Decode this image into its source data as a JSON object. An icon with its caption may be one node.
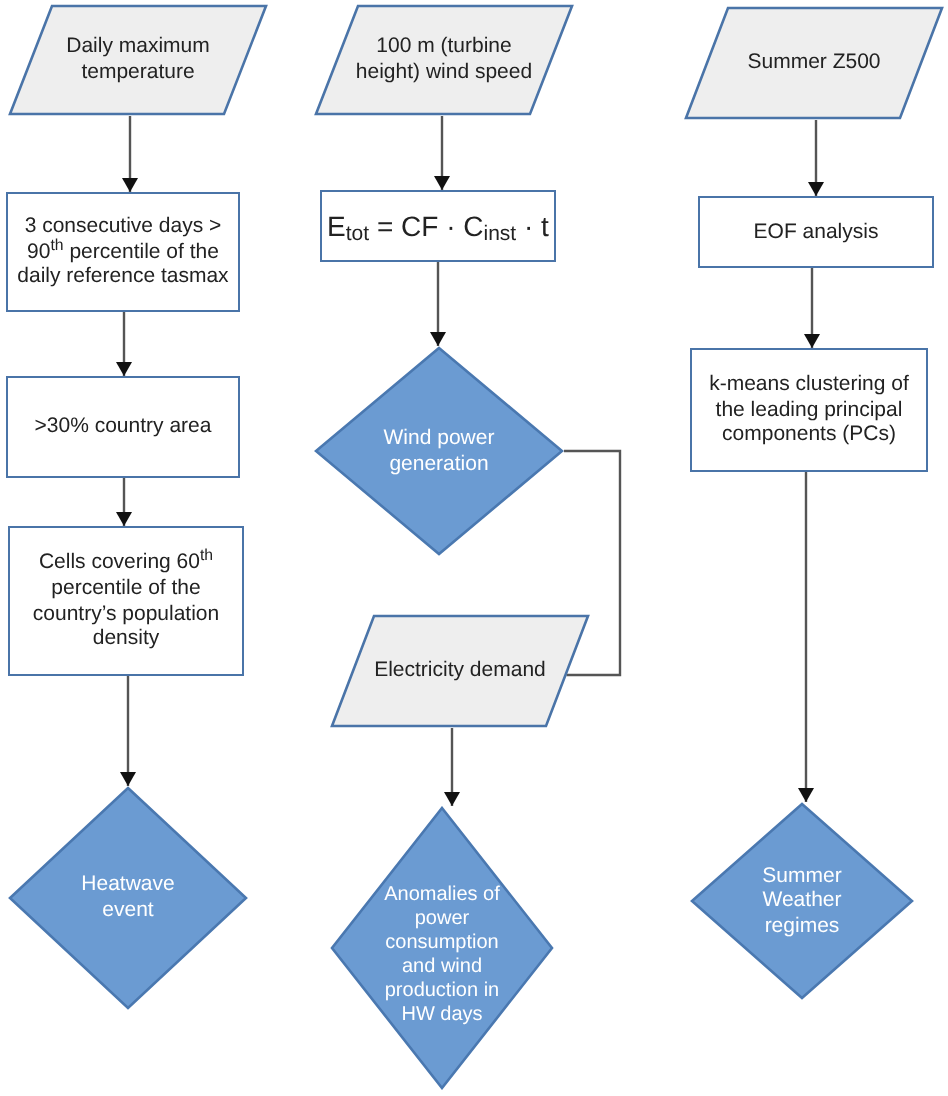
{
  "diagram": {
    "nodes": [
      {
        "text": [
          "Daily maximum temperature"
        ]
      },
      {
        "text": [
          "3 consecutive days > 90$^{th}$ percentile of the daily reference tasmax"
        ]
      },
      {
        "text": [
          ">30% country area"
        ]
      },
      {
        "text": [
          "Cells covering 60$^{th}$ percentile of the country’s population density"
        ]
      },
      {
        "text": [
          "Heatwave event"
        ]
      },
      {
        "text": [
          "100 m (turbine height) wind speed"
        ]
      },
      {
        "text": [
          "E$_{tot}$ = CF · C$_{inst}$ · t"
        ]
      },
      {
        "text": [
          "Wind power generation"
        ]
      },
      {
        "text": [
          "Electricity demand"
        ]
      },
      {
        "text": [
          "Anomalies of power consumption and wind production in HW days"
        ]
      },
      {
        "text": [
          "Summer Z500"
        ]
      },
      {
        "text": [
          "EOF analysis"
        ]
      },
      {
        "text": [
          "k-means clustering of the leading principal components (PCs)"
        ]
      },
      {
        "text": [
          "Summer Weather regimes"
        ]
      }
    ],
    "edges": [
      {
        "from": 0,
        "to": 1,
        "arrow": "to"
      },
      {
        "from": 1,
        "to": 2,
        "arrow": "to"
      },
      {
        "from": 2,
        "to": 3,
        "arrow": "to"
      },
      {
        "from": 3,
        "to": 4,
        "arrow": "to"
      },
      {
        "from": 5,
        "to": 6,
        "arrow": "to"
      },
      {
        "from": 6,
        "to": 7,
        "arrow": "to"
      },
      {
        "from": 7,
        "to": 8,
        "arrow": "none"
      },
      {
        "from": 8,
        "to": 9,
        "arrow": "to"
      },
      {
        "from": 10,
        "to": 11,
        "arrow": "to"
      },
      {
        "from": 11,
        "to": 12,
        "arrow": "to"
      },
      {
        "from": 12,
        "to": 13,
        "arrow": "to"
      }
    ]
  }
}
